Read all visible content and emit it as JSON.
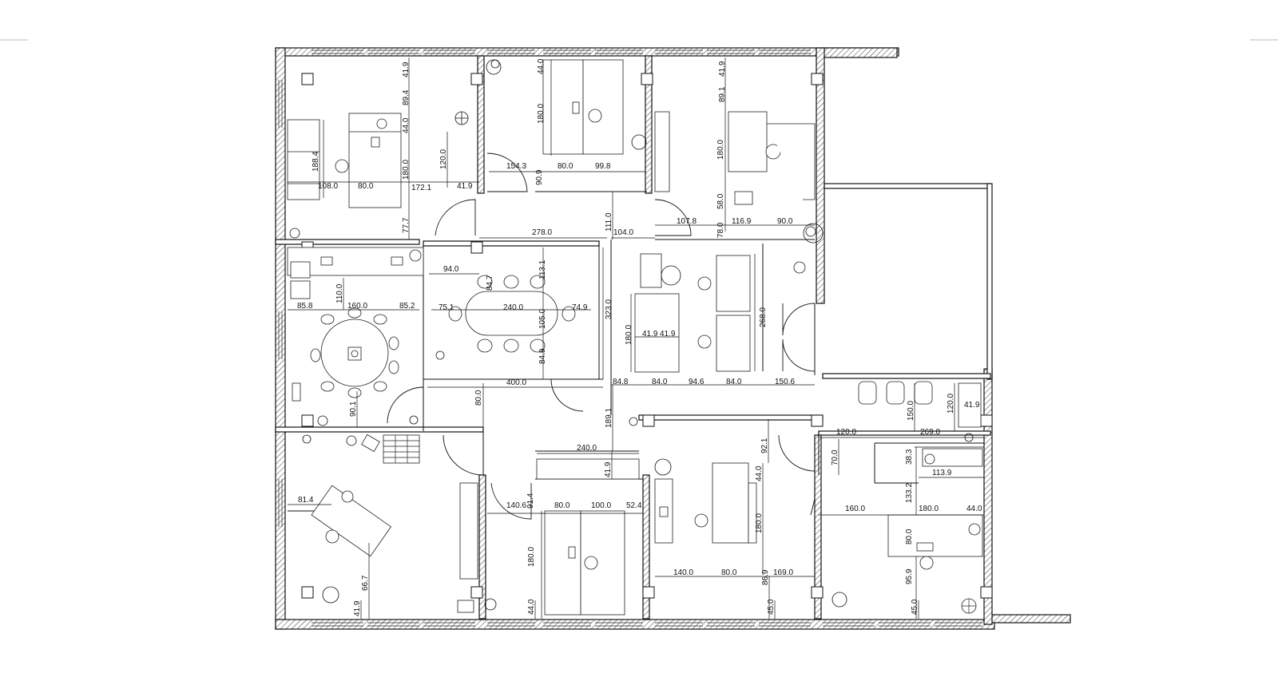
{
  "plan": {
    "dimensions": [
      {
        "id": "d1",
        "text": "41.9"
      },
      {
        "id": "d2",
        "text": "89.4"
      },
      {
        "id": "d3",
        "text": "44.0"
      },
      {
        "id": "d4",
        "text": "188.4"
      },
      {
        "id": "d5",
        "text": "180.0"
      },
      {
        "id": "d6",
        "text": "120.0"
      },
      {
        "id": "d7",
        "text": "108.0"
      },
      {
        "id": "d8",
        "text": "80.0"
      },
      {
        "id": "d9",
        "text": "172.1"
      },
      {
        "id": "d10",
        "text": "41.9"
      },
      {
        "id": "d11",
        "text": "77.7"
      },
      {
        "id": "d12",
        "text": "44.0"
      },
      {
        "id": "d13",
        "text": "180.0"
      },
      {
        "id": "d14",
        "text": "154.3"
      },
      {
        "id": "d15",
        "text": "90.9"
      },
      {
        "id": "d16",
        "text": "80.0"
      },
      {
        "id": "d17",
        "text": "99.8"
      },
      {
        "id": "d18",
        "text": "41.9"
      },
      {
        "id": "d19",
        "text": "89.1"
      },
      {
        "id": "d20",
        "text": "180.0"
      },
      {
        "id": "d21",
        "text": "58.0"
      },
      {
        "id": "d22",
        "text": "116.9"
      },
      {
        "id": "d23",
        "text": "90.0"
      },
      {
        "id": "d24",
        "text": "107.8"
      },
      {
        "id": "d25",
        "text": "78.0"
      },
      {
        "id": "d26",
        "text": "278.0"
      },
      {
        "id": "d27",
        "text": "111.0"
      },
      {
        "id": "d28",
        "text": "104.0"
      },
      {
        "id": "d29",
        "text": "94.0"
      },
      {
        "id": "d30",
        "text": "84.7"
      },
      {
        "id": "d31",
        "text": "113.1"
      },
      {
        "id": "d32",
        "text": "75.1"
      },
      {
        "id": "d33",
        "text": "240.0"
      },
      {
        "id": "d34",
        "text": "74.9"
      },
      {
        "id": "d35",
        "text": "105.0"
      },
      {
        "id": "d36",
        "text": "84.9"
      },
      {
        "id": "d37",
        "text": "323.0"
      },
      {
        "id": "d38",
        "text": "110.0"
      },
      {
        "id": "d39",
        "text": "85.8"
      },
      {
        "id": "d40",
        "text": "160.0"
      },
      {
        "id": "d41",
        "text": "85.2"
      },
      {
        "id": "d42",
        "text": "90.1"
      },
      {
        "id": "d43",
        "text": "400.0"
      },
      {
        "id": "d44",
        "text": "80.0"
      },
      {
        "id": "d45",
        "text": "180.0"
      },
      {
        "id": "d46",
        "text": "41.9"
      },
      {
        "id": "d47",
        "text": "41.9"
      },
      {
        "id": "d48",
        "text": "268.0"
      },
      {
        "id": "d49",
        "text": "84.8"
      },
      {
        "id": "d50",
        "text": "84.0"
      },
      {
        "id": "d51",
        "text": "94.6"
      },
      {
        "id": "d52",
        "text": "84.0"
      },
      {
        "id": "d53",
        "text": "150.6"
      },
      {
        "id": "d54",
        "text": "189.1"
      },
      {
        "id": "d55",
        "text": "240.0"
      },
      {
        "id": "d56",
        "text": "41.9"
      },
      {
        "id": "d57",
        "text": "92.1"
      },
      {
        "id": "d58",
        "text": "44.0"
      },
      {
        "id": "d59",
        "text": "180.0"
      },
      {
        "id": "d60",
        "text": "150.0"
      },
      {
        "id": "d61",
        "text": "120.0"
      },
      {
        "id": "d62",
        "text": "41.9"
      },
      {
        "id": "d63",
        "text": "120.0"
      },
      {
        "id": "d64",
        "text": "269.0"
      },
      {
        "id": "d65",
        "text": "70.0"
      },
      {
        "id": "d66",
        "text": "38.3"
      },
      {
        "id": "d67",
        "text": "113.9"
      },
      {
        "id": "d68",
        "text": "133.2"
      },
      {
        "id": "d69",
        "text": "81.4"
      },
      {
        "id": "d70",
        "text": "140.6"
      },
      {
        "id": "d71",
        "text": "91.4"
      },
      {
        "id": "d72",
        "text": "80.0"
      },
      {
        "id": "d73",
        "text": "100.0"
      },
      {
        "id": "d74",
        "text": "52.4"
      },
      {
        "id": "d75",
        "text": "180.0"
      },
      {
        "id": "d76",
        "text": "160.0"
      },
      {
        "id": "d77",
        "text": "180.0"
      },
      {
        "id": "d78",
        "text": "44.0"
      },
      {
        "id": "d79",
        "text": "80.0"
      },
      {
        "id": "d80",
        "text": "140.0"
      },
      {
        "id": "d81",
        "text": "80.0"
      },
      {
        "id": "d82",
        "text": "169.0"
      },
      {
        "id": "d83",
        "text": "86.9"
      },
      {
        "id": "d84",
        "text": "95.9"
      },
      {
        "id": "d85",
        "text": "66.7"
      },
      {
        "id": "d86",
        "text": "41.9"
      },
      {
        "id": "d87",
        "text": "44.0"
      },
      {
        "id": "d88",
        "text": "45.0"
      },
      {
        "id": "d89",
        "text": "45.0"
      }
    ]
  }
}
